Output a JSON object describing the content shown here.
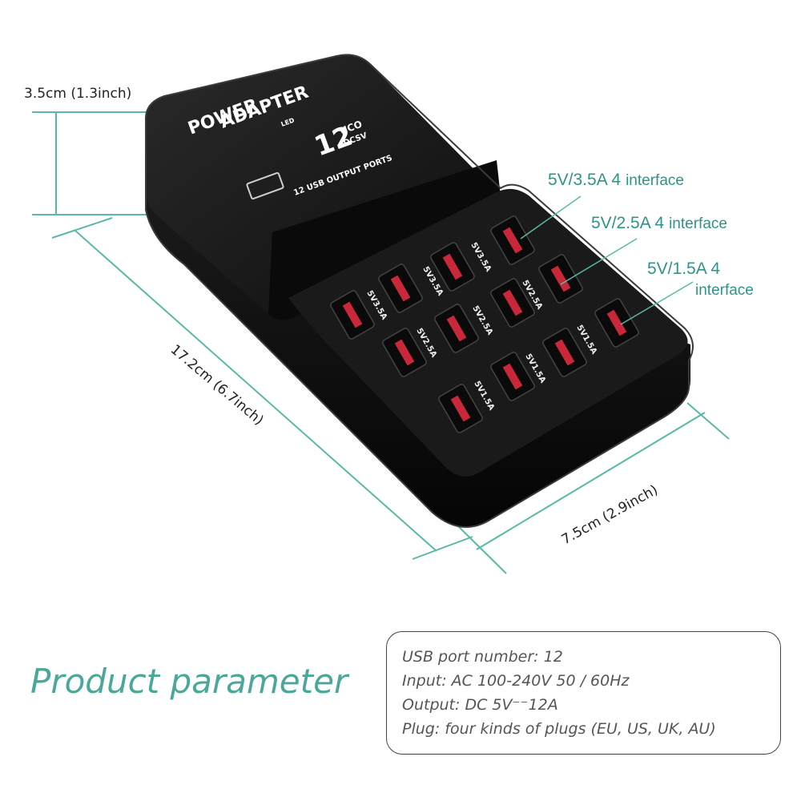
{
  "device": {
    "brand_line1": "POWER",
    "brand_line2": "ADAPTER",
    "led_label": "LED",
    "display_digits": "12",
    "display_units": "UCO",
    "display_units2": "DCSV",
    "ports_label": "12 USB OUTPUT PORTS",
    "ports": [
      {
        "label": "5V3.5A"
      },
      {
        "label": "5V3.5A"
      },
      {
        "label": "5V3.5A"
      },
      {
        "label": "5V2.5A"
      },
      {
        "label": "5V2.5A"
      },
      {
        "label": "5V2.5A"
      },
      {
        "label": "5V3.5A"
      },
      {
        "label": "5V2.5A"
      },
      {
        "label": "5V1.5A"
      },
      {
        "label": "5V1.5A"
      },
      {
        "label": "5V1.5A"
      },
      {
        "label": "5V1.5A"
      }
    ]
  },
  "dimensions": {
    "height": "3.5cm (1.3inch)",
    "length": "17.2cm (6.7inch)",
    "width": "7.5cm (2.9inch)"
  },
  "annotations": [
    {
      "value": "5V/3.5A 4",
      "suffix": "interface"
    },
    {
      "value": "5V/2.5A 4",
      "suffix": "interface"
    },
    {
      "value": "5V/1.5A 4",
      "suffix": "interface"
    }
  ],
  "title": "Product parameter",
  "specs": [
    "USB port number: 12",
    "Input: AC 100-240V 50 / 60Hz",
    "Output: DC 5V⁻⁻12A",
    "Plug: four kinds of plugs (EU, US, UK, AU)"
  ],
  "colors": {
    "accent": "#4aa89a",
    "dimension_line": "#5ab8a8",
    "body": "#141414",
    "port": "#c9283a"
  }
}
